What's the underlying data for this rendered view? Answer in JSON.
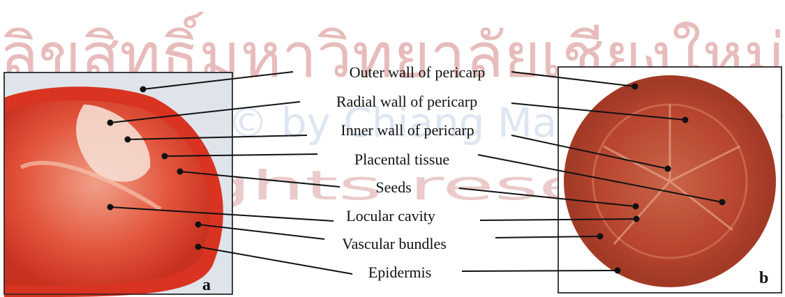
{
  "watermark": {
    "thai_line": "ลิขสิทธิ์มหาวิทยาลัยเชียงใหม่",
    "copyright_line": "Copyright © by Chiang Mai University",
    "rights_line": "All rights reserved"
  },
  "labels": [
    "Outer wall of pericarp",
    "Radial wall of pericarp",
    "Inner wall of pericarp",
    "Placental tissue",
    "Seeds",
    "Locular cavity",
    "Vascular bundles",
    "Epidermis"
  ],
  "panels": {
    "a": "a",
    "b": "b"
  },
  "colors": {
    "tomato_skin": "#e23a2a",
    "tomato_flesh": "#d8523b",
    "tomato_slice": "#b8452f",
    "placenta": "#f3d7cc",
    "leader_line": "#111111"
  }
}
